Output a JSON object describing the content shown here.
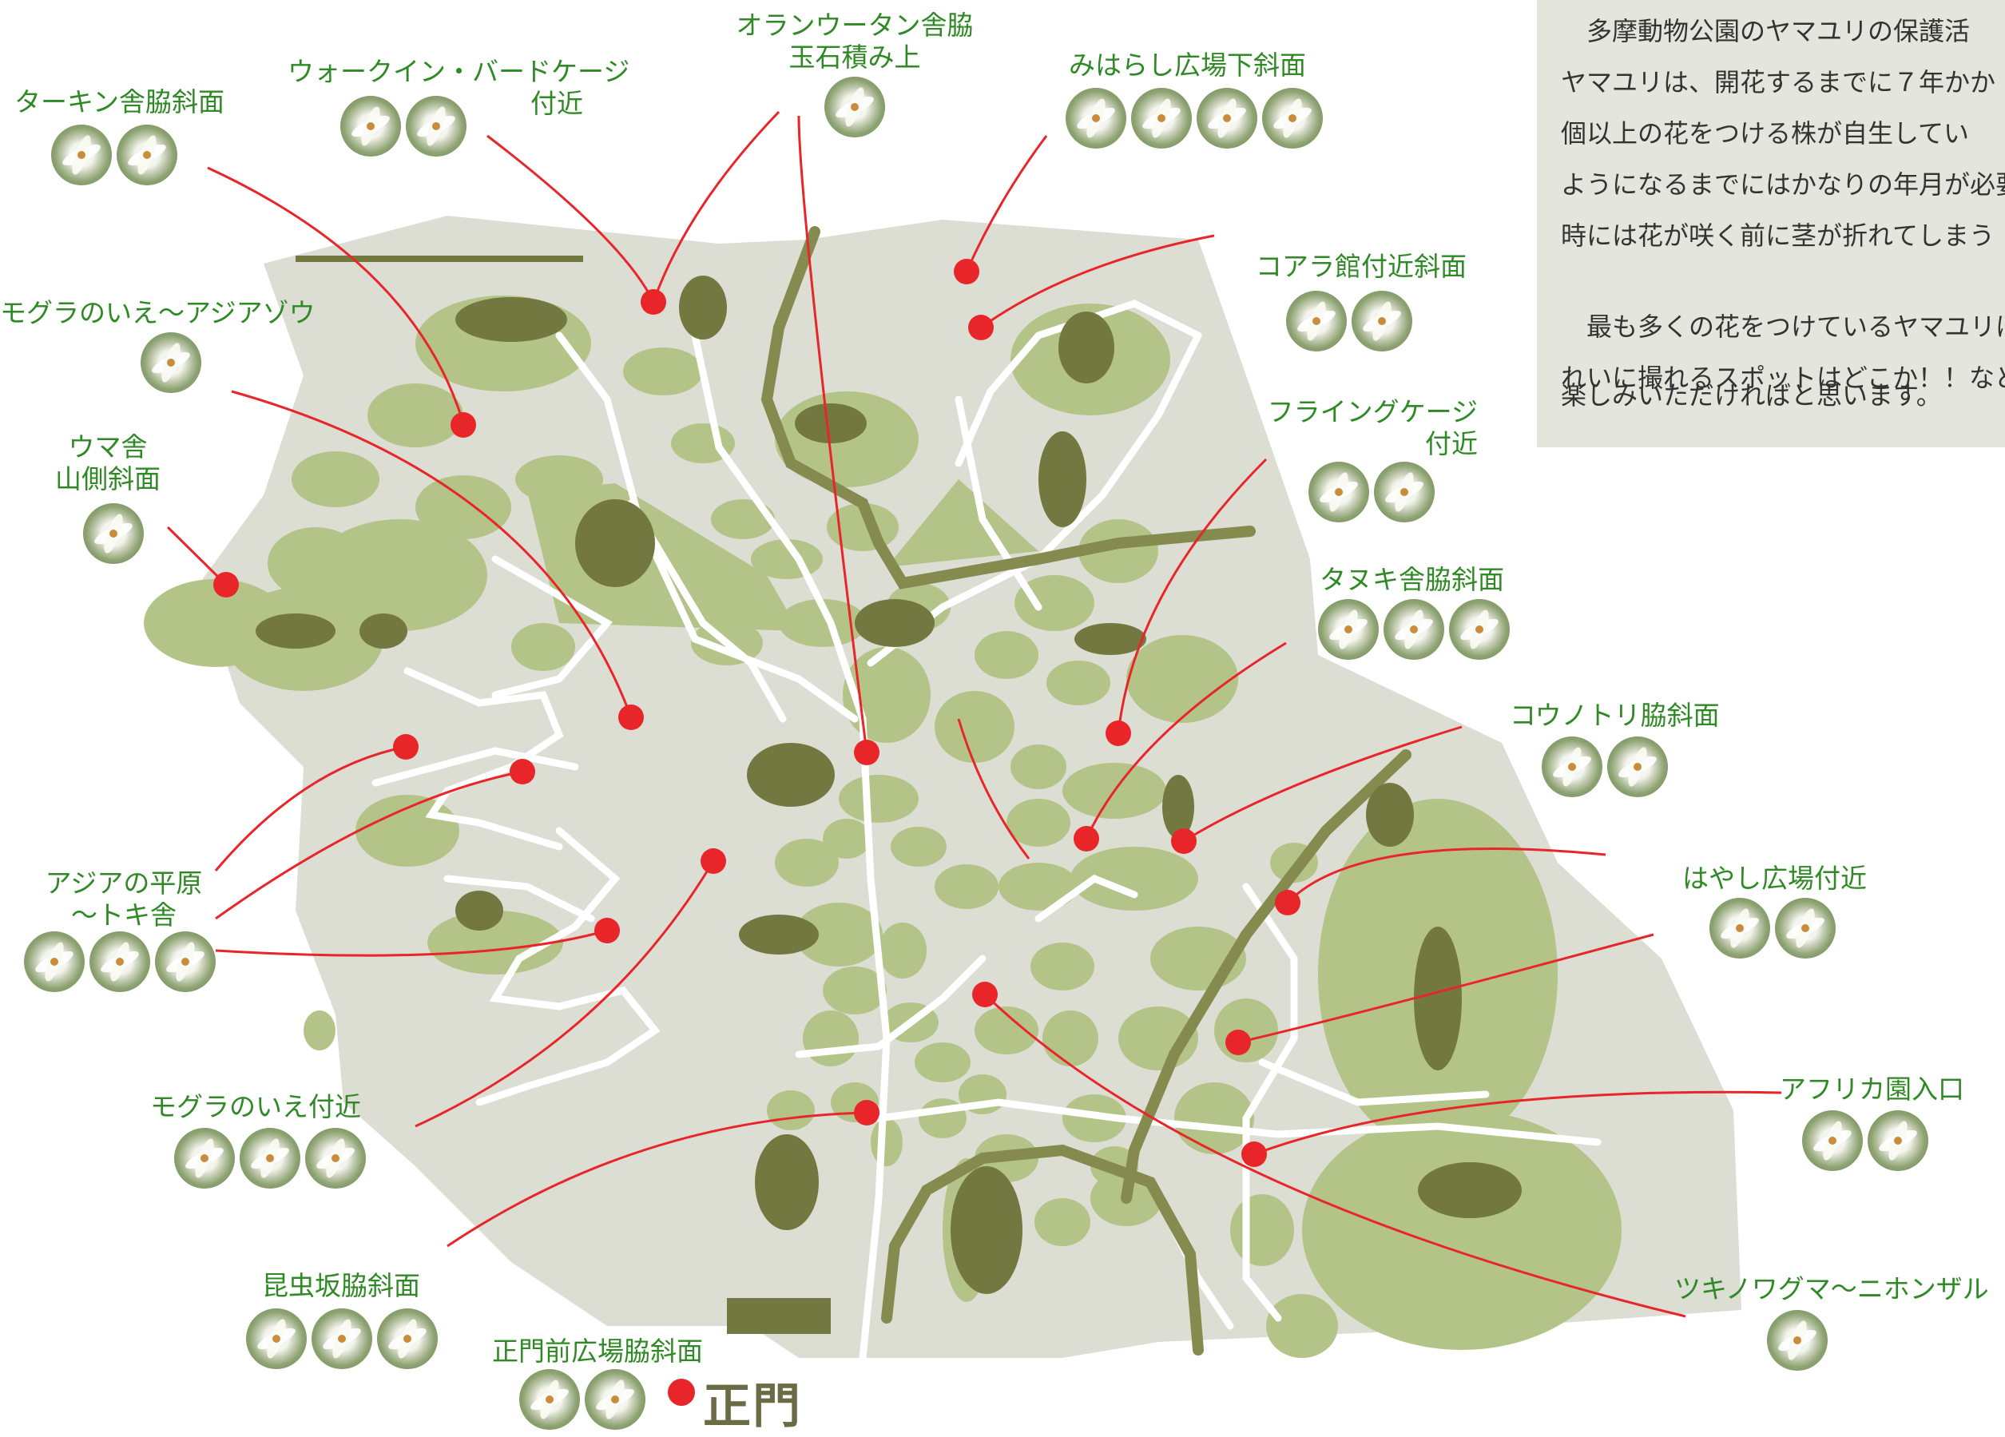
{
  "colors": {
    "ground": "#dcddd3",
    "green": "#b4c387",
    "animal": "#72783f",
    "path": "#ffffff",
    "marker": "#e8262a",
    "label": "#2f8a25",
    "info_bg": "#e4e5dc"
  },
  "info_box": {
    "lines": [
      "　多摩動物公園のヤマユリの保護活",
      "ヤマユリは、開花するまでに７年かか",
      "個以上の花をつける株が自生してい",
      "ようになるまでにはかなりの年月が必要",
      "時には花が咲く前に茎が折れてしまう",
      "　最も多くの花をつけているヤマユリは",
      "れいに撮れるスポットはどこか！！など、",
      "楽しみいただければと思います。"
    ]
  },
  "gate": {
    "label": "正門"
  },
  "spots": [
    {
      "lines": [
        "ターキン舎脇斜面"
      ],
      "flowers": 2
    },
    {
      "lines": [
        "ウォークイン・バードケージ",
        "付近"
      ],
      "flowers": 2
    },
    {
      "lines": [
        "オランウータン舎脇",
        "玉石積み上"
      ],
      "flowers": 1
    },
    {
      "lines": [
        "みはらし広場下斜面"
      ],
      "flowers": 4
    },
    {
      "lines": [
        "コアラ館付近斜面"
      ],
      "flowers": 2
    },
    {
      "lines": [
        "モグラのいえ～アジアゾウ"
      ],
      "flowers": 1
    },
    {
      "lines": [
        "ウマ舎",
        "山側斜面"
      ],
      "flowers": 1
    },
    {
      "lines": [
        "フライングケージ",
        "付近"
      ],
      "flowers": 2
    },
    {
      "lines": [
        "タヌキ舎脇斜面"
      ],
      "flowers": 3
    },
    {
      "lines": [
        "コウノトリ脇斜面"
      ],
      "flowers": 2
    },
    {
      "lines": [
        "アジアの平原",
        "～トキ舎"
      ],
      "flowers": 3
    },
    {
      "lines": [
        "はやし広場付近"
      ],
      "flowers": 2
    },
    {
      "lines": [
        "モグラのいえ付近"
      ],
      "flowers": 3
    },
    {
      "lines": [
        "アフリカ園入口"
      ],
      "flowers": 2
    },
    {
      "lines": [
        "昆虫坂脇斜面"
      ],
      "flowers": 3
    },
    {
      "lines": [
        "ツキノワグマ～ニホンザル"
      ],
      "flowers": 1
    },
    {
      "lines": [
        "正門前広場脇斜面"
      ],
      "flowers": 2
    }
  ]
}
